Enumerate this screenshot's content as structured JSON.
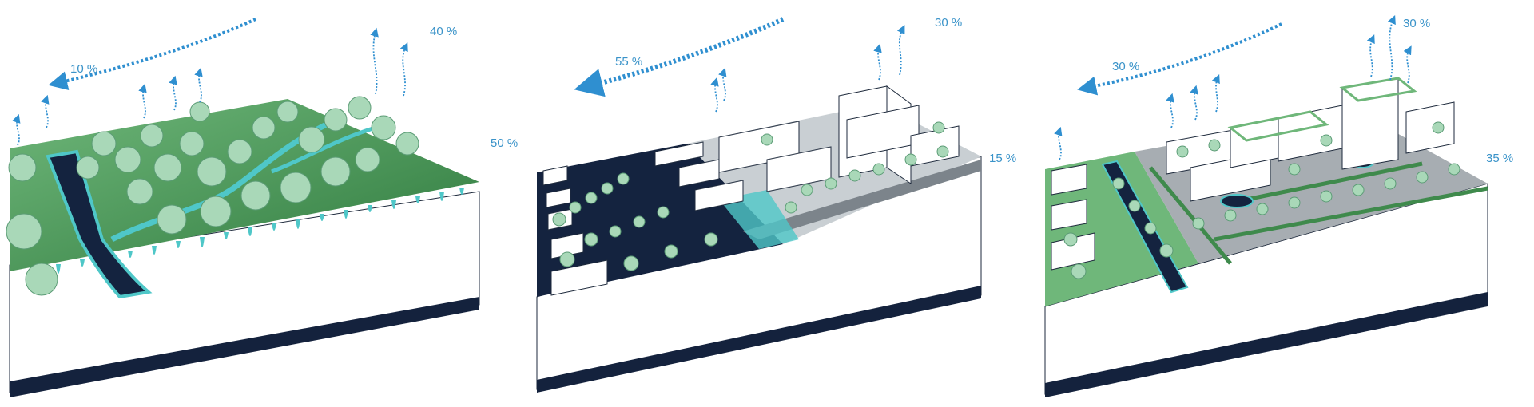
{
  "colors": {
    "water_arrow": "#2f8fd0",
    "label_text": "#3a93c9",
    "ground_green": "#3f8a4c",
    "ground_green_light": "#6fb77a",
    "river_dark": "#14233f",
    "aqua": "#4fc7c8",
    "tree": "#a9d8b8",
    "tree_shadow": "#2f6a48",
    "building": "#ffffff",
    "building_edge": "#1e2a3c",
    "slab_side": "#14223d",
    "road_grey": "#9aa1a8"
  },
  "panels": [
    {
      "id": "natural",
      "labels": {
        "runoff": "10 %",
        "evaporation": "40 %",
        "infiltration": "50 %"
      }
    },
    {
      "id": "urban",
      "labels": {
        "runoff": "55 %",
        "evaporation": "30 %",
        "infiltration": "15 %"
      }
    },
    {
      "id": "sponge",
      "labels": {
        "runoff": "30 %",
        "evaporation": "30 %",
        "infiltration": "35 %"
      }
    }
  ]
}
